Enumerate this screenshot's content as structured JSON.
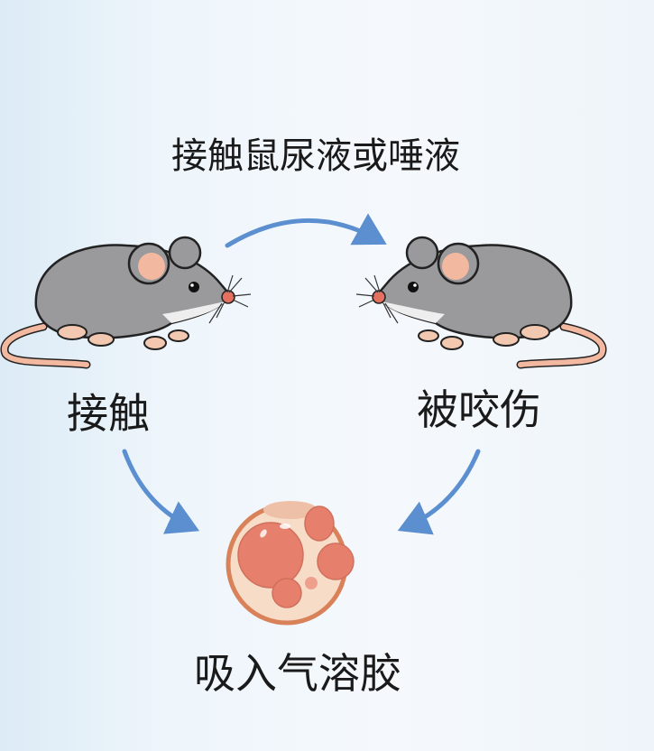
{
  "title": "接触鼠尿液或唾液",
  "labels": {
    "contact": "接触",
    "bite": "被咬伤",
    "aerosol": "吸入气溶胶"
  },
  "colors": {
    "arrow": "#5b8fd0",
    "mouse_body": "#9a9a9c",
    "mouse_ear": "#f2b8a0",
    "cell_ring": "#d9825a",
    "cell_fill": "#f7dcc8",
    "cell_blob": "#e6806c"
  }
}
